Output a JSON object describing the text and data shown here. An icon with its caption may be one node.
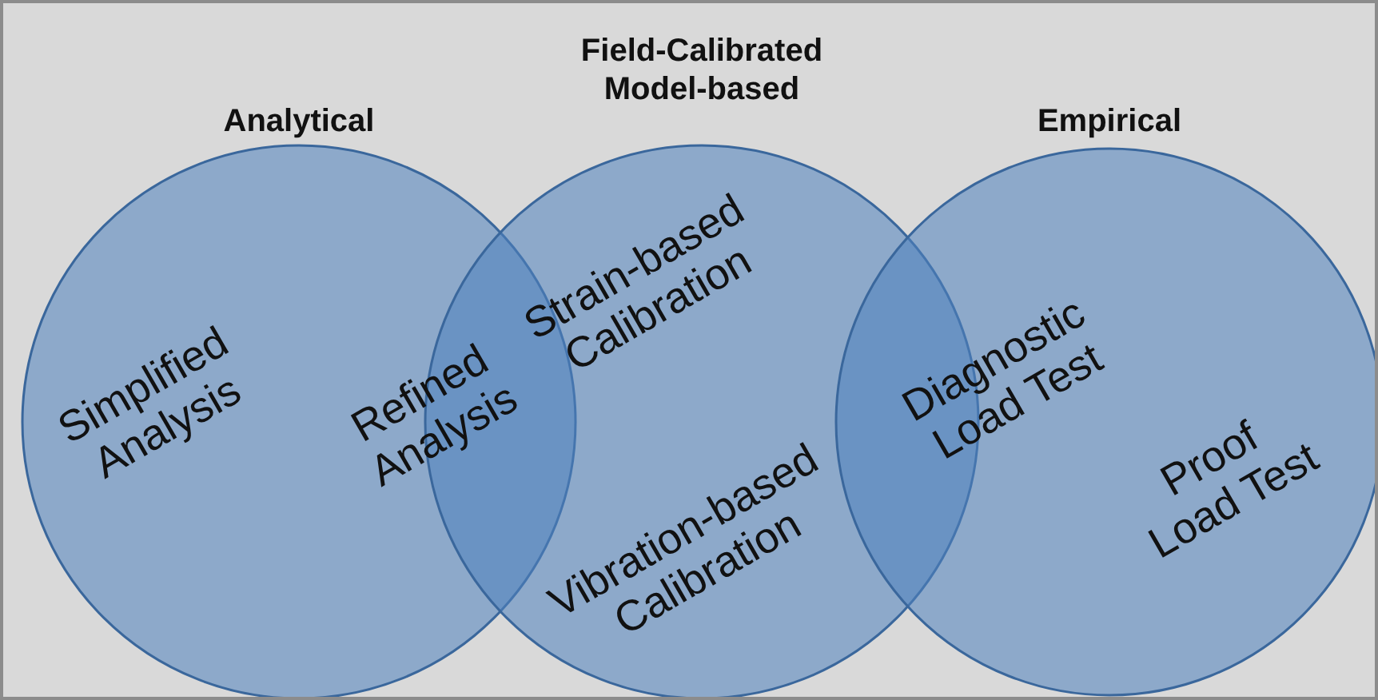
{
  "diagram": {
    "nodes": [
      {
        "text": [
          "Analytical"
        ]
      },
      {
        "text": [
          "Field-Calibrated Model-based"
        ]
      },
      {
        "text": [
          "Empirical"
        ]
      }
    ],
    "labels": [
      "Simplified Analysis",
      "Refined Analysis",
      "Strain-based Calibration",
      "Vibration-based Calibration",
      "Diagnostic Load Test",
      "Proof Load Test"
    ]
  }
}
